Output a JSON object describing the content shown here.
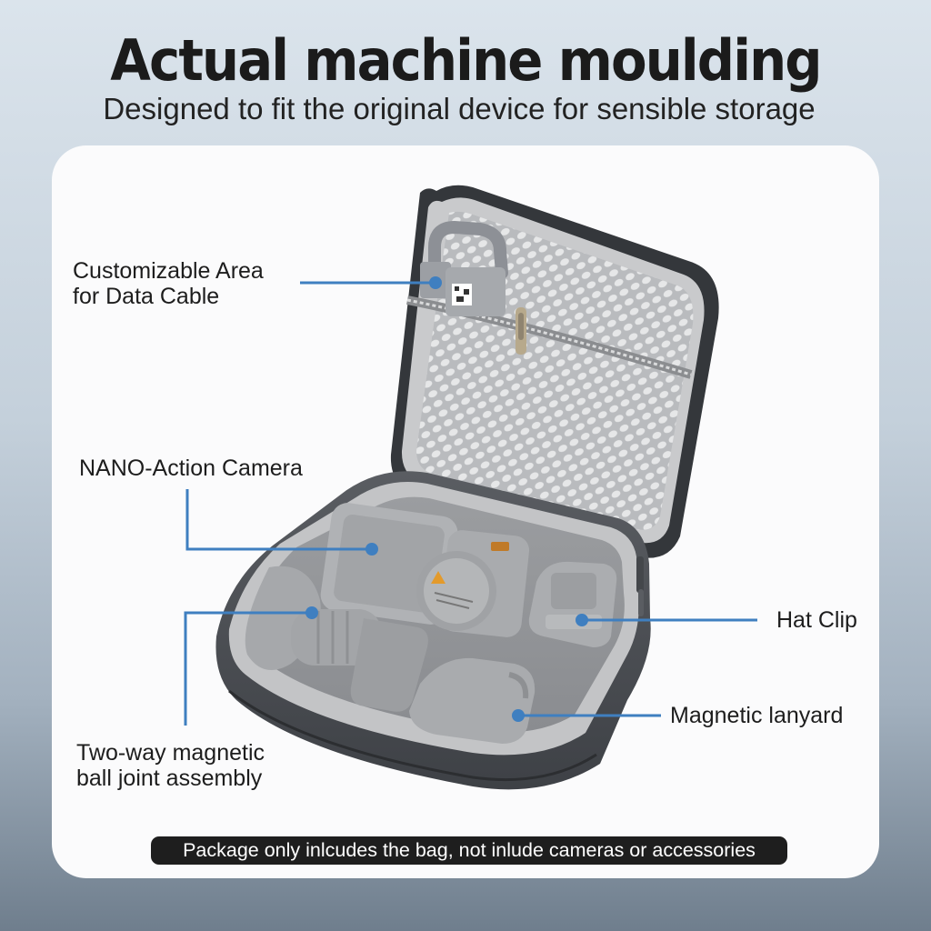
{
  "headline": "Actual machine moulding",
  "subtitle": "Designed to fit the original device for sensible storage",
  "callouts": {
    "data_cable_line1": "Customizable Area",
    "data_cable_line2": "for Data Cable",
    "camera": "NANO-Action Camera",
    "hat_clip": "Hat Clip",
    "lanyard": "Magnetic lanyard",
    "ball_joint_line1": "Two-way magnetic",
    "ball_joint_line2": "ball joint assembly"
  },
  "footer_note": "Package only inlcudes the bag, not inlude cameras or accessories",
  "colors": {
    "callout_line": "#3f7fc0",
    "case_shell": "#4a4d52",
    "case_lining": "#9a9c9f",
    "footer_bg": "#1e1e1e"
  }
}
